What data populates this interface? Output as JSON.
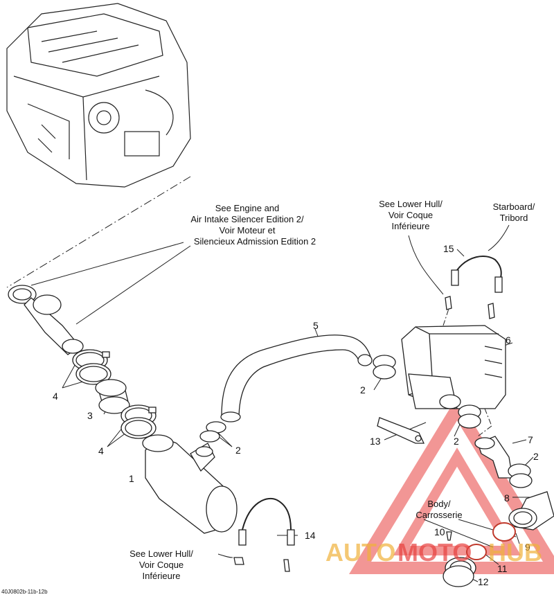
{
  "notes": {
    "engine": [
      "See Engine and",
      "Air Intake Silencer Edition 2/",
      "Voir Moteur et",
      "Silencieux Admission Edition 2"
    ],
    "lower_hull_top": [
      "See Lower Hull/",
      "Voir Coque",
      "Inférieure"
    ],
    "starboard": [
      "Starboard/",
      "Tribord"
    ],
    "lower_hull_bottom": [
      "See Lower Hull/",
      "Voir Coque",
      "Inférieure"
    ],
    "body": [
      "Body/",
      "Carrosserie"
    ]
  },
  "part_numbers": {
    "p1": "1",
    "p2": "2",
    "p3": "3",
    "p4": "4",
    "p5": "5",
    "p6": "6",
    "p7": "7",
    "p8": "8",
    "p9": "9",
    "p10": "10",
    "p11": "11",
    "p12": "12",
    "p13": "13",
    "p14": "14",
    "p15": "15"
  },
  "watermark": {
    "part1": "AUTO",
    "part2": "MOTO",
    "part3": "HUB"
  },
  "drawing_reference": "40J0802b-11b-12b",
  "colors": {
    "watermark_red": "#e8413f",
    "watermark_orange": "#f0b23a",
    "oring_red": "#c0392b"
  }
}
